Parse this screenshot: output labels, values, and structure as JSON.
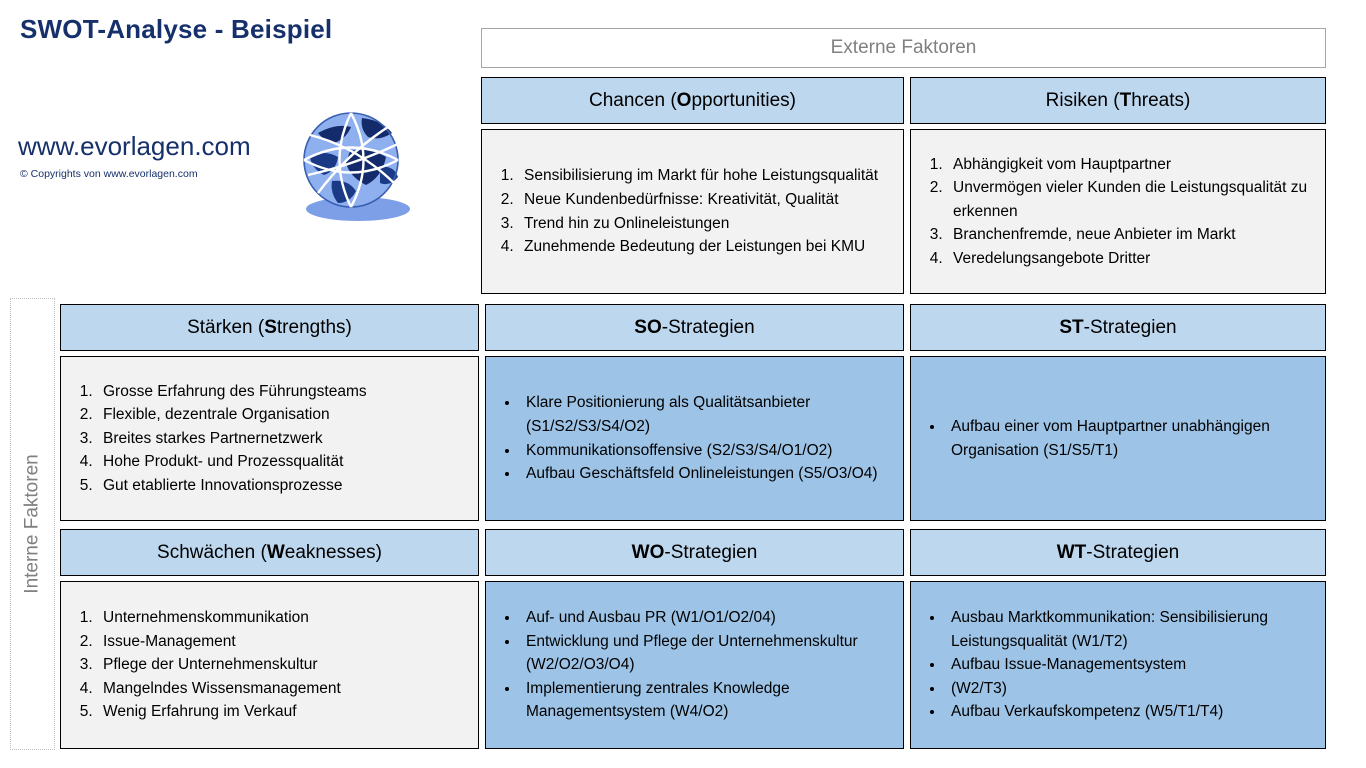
{
  "brand": {
    "title": "SWOT-Analyse - Beispiel",
    "url": "www.evorlagen.com",
    "copyright": "© Copyrights von www.evorlagen.com",
    "logo_icon": "globe-icon",
    "title_color": "#16306b"
  },
  "axes": {
    "external_label": "Externe Faktoren",
    "internal_label": "Interne Faktoren",
    "label_color": "#808080"
  },
  "colors": {
    "header_blue": "#bdd7ee",
    "body_blue": "#9dc3e6",
    "body_gray": "#f2f2f2",
    "border": "#000000",
    "navy": "#16306b"
  },
  "quadrants": {
    "opportunities": {
      "title_prefix": "Chancen (",
      "title_bold": "O",
      "title_suffix": "pportunities)",
      "list_type": "numbered",
      "items": [
        "Sensibilisierung im Markt für hohe Leistungsqualität",
        "Neue Kundenbedürfnisse: Kreativität, Qualität",
        "Trend hin zu Onlineleistungen",
        "Zunehmende Bedeutung der Leistungen bei KMU"
      ]
    },
    "threats": {
      "title_prefix": "Risiken (",
      "title_bold": "T",
      "title_suffix": "hreats)",
      "list_type": "numbered",
      "items": [
        "Abhängigkeit vom Hauptpartner",
        "Unvermögen vieler Kunden die Leistungsqualität zu erkennen",
        "Branchenfremde, neue Anbieter im Markt",
        "Veredelungsangebote Dritter"
      ]
    },
    "strengths": {
      "title_prefix": "Stärken (",
      "title_bold": "S",
      "title_suffix": "trengths)",
      "list_type": "numbered",
      "items": [
        "Grosse Erfahrung des Führungsteams",
        "Flexible, dezentrale Organisation",
        "Breites starkes Partnernetzwerk",
        "Hohe Produkt- und Prozessqualität",
        "Gut etablierte Innovationsprozesse"
      ]
    },
    "weaknesses": {
      "title_prefix": "Schwächen (",
      "title_bold": "W",
      "title_suffix": "eaknesses)",
      "list_type": "numbered",
      "items": [
        "Unternehmenskommunikation",
        "Issue-Management",
        "Pflege der Unternehmenskultur",
        "Mangelndes Wissensmanagement",
        "Wenig Erfahrung im Verkauf"
      ]
    }
  },
  "strategies": {
    "so": {
      "title_bold": "SO",
      "title_suffix": "-Strategien",
      "list_type": "bulleted",
      "items": [
        "Klare Positionierung als Qualitätsanbieter (S1/S2/S3/S4/O2)",
        "Kommunikationsoffensive (S2/S3/S4/O1/O2)",
        "Aufbau Geschäftsfeld Onlineleistungen (S5/O3/O4)"
      ]
    },
    "st": {
      "title_bold": "ST",
      "title_suffix": "-Strategien",
      "list_type": "bulleted",
      "items": [
        "Aufbau einer vom Hauptpartner unabhängigen Organisation (S1/S5/T1)"
      ]
    },
    "wo": {
      "title_bold": "WO",
      "title_suffix": "-Strategien",
      "list_type": "bulleted",
      "items": [
        "Auf- und Ausbau PR (W1/O1/O2/04)",
        "Entwicklung und Pflege der Unternehmenskultur (W2/O2/O3/O4)",
        "Implementierung zentrales Knowledge Managementsystem (W4/O2)"
      ]
    },
    "wt": {
      "title_bold": "WT",
      "title_suffix": "-Strategien",
      "list_type": "bulleted",
      "items": [
        "Ausbau Marktkommunikation: Sensibilisierung Leistungsqualität (W1/T2)",
        "Aufbau Issue-Managementsystem",
        "(W2/T3)",
        "Aufbau Verkaufskompetenz (W5/T1/T4)"
      ]
    }
  }
}
